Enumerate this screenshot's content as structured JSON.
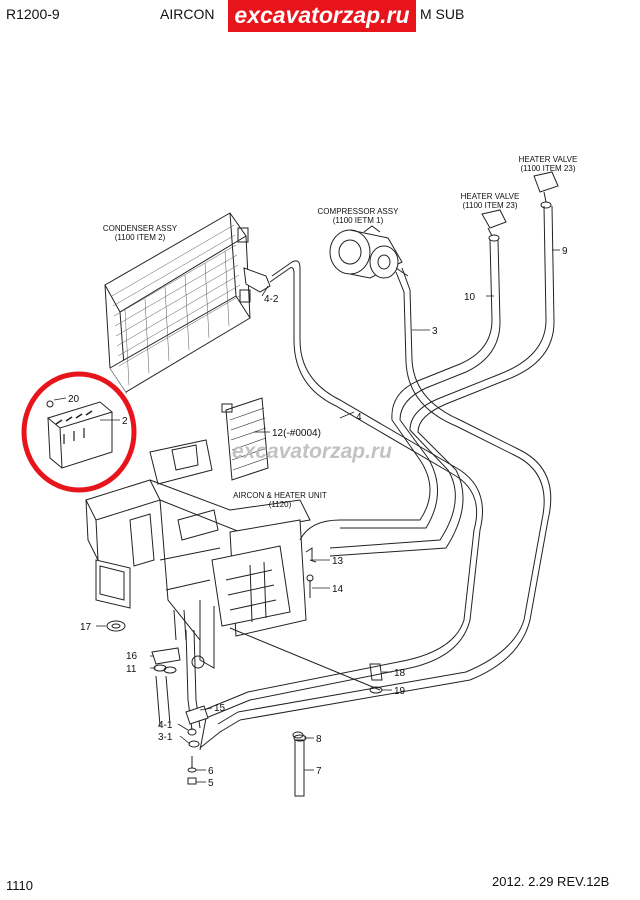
{
  "header": {
    "model": "R1200-9",
    "title_left": "AIRCON",
    "title_right": "M SUB"
  },
  "watermark": "excavatorzap.ru",
  "labels": {
    "condenser": [
      "CONDENSER ASSY",
      "(1100 ITEM 2)"
    ],
    "compressor": [
      "COMPRESSOR ASSY",
      "(1100 IETM 1)"
    ],
    "heater_valve_1": [
      "HEATER VALVE",
      "(1100 ITEM 23)"
    ],
    "heater_valve_2": [
      "HEATER VALVE",
      "(1100 ITEM 23)"
    ],
    "unit": [
      "AIRCON & HEATER UNIT",
      "(1120)"
    ]
  },
  "callouts": {
    "c1": "20",
    "c2": "2",
    "c3": "4-2",
    "c4": "3",
    "c5": "10",
    "c6": "9",
    "c7": "4",
    "c8": "12(-#0004)",
    "c9": "13",
    "c10": "14",
    "c11": "17",
    "c12": "16",
    "c13": "11",
    "c14": "18",
    "c15": "19",
    "c16": "15",
    "c17": "4-1",
    "c18": "3-1",
    "c19": "8",
    "c20": "6",
    "c21": "5",
    "c22": "7"
  },
  "footer": {
    "page": "1110",
    "date_rev": "2012. 2.29  REV.12B"
  },
  "colors": {
    "highlight": "#e8141b",
    "line": "#222222",
    "watermark_bg": "#e8141b"
  }
}
